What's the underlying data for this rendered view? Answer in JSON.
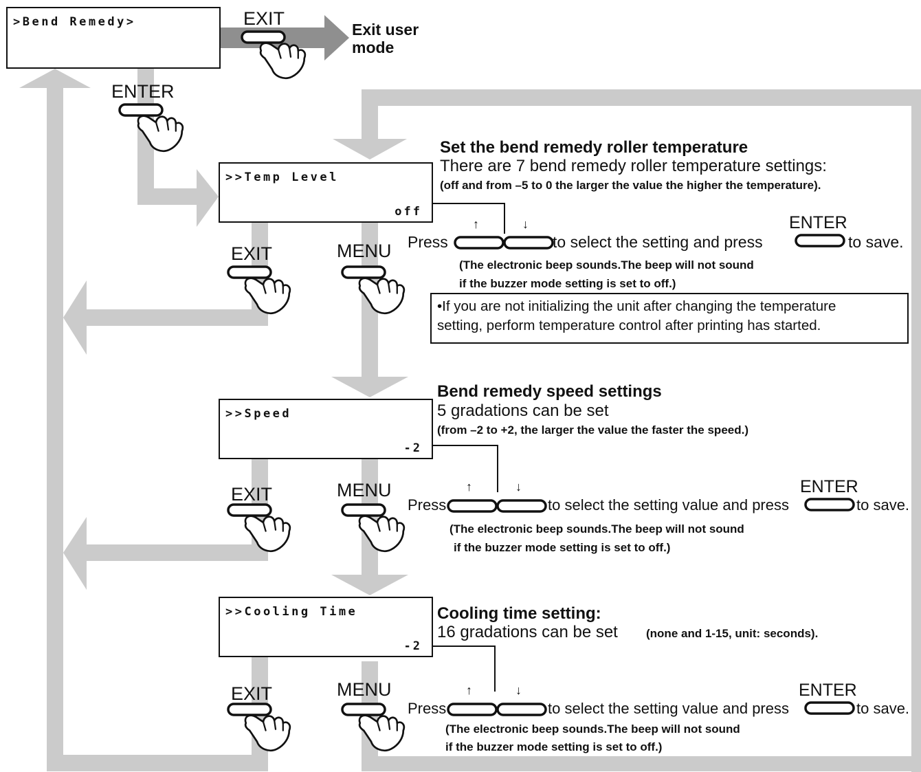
{
  "screens": {
    "bend_remedy": ">Bend Remedy>",
    "temp_level": {
      "title": ">>Temp Level",
      "value": "off"
    },
    "speed": {
      "title": ">>Speed",
      "value": "-2"
    },
    "cooling_time": {
      "title": ">>Cooling Time",
      "value": "-2"
    }
  },
  "keys": {
    "exit": "EXIT",
    "enter": "ENTER",
    "menu": "MENU",
    "up": "↑",
    "down": "↓"
  },
  "exit_user_mode": {
    "line1": "Exit user",
    "line2": "mode"
  },
  "temp_section": {
    "heading": "Set the bend remedy roller temperature",
    "subheading": "There are 7 bend remedy roller temperature settings:",
    "detail": "(off and from –5 to 0 the larger the value the higher the temperature).",
    "press": "Press",
    "instruction": "to select the setting and press",
    "save": "to save.",
    "beep1": "(The electronic beep sounds.The beep will not sound",
    "beep2": "if the buzzer mode setting is set to off.)",
    "note_line1": "•If you are not initializing the unit after changing the temperature",
    "note_line2": "setting, perform temperature control after printing has started."
  },
  "speed_section": {
    "heading": "Bend remedy speed settings",
    "subheading": "5 gradations can be set",
    "detail": "(from –2 to +2, the larger the value the faster the speed.)",
    "press": "Press",
    "instruction": "to select the setting value and press",
    "save": "to save.",
    "beep1": "(The electronic beep sounds.The beep will not sound",
    "beep2": "if the buzzer mode setting is set to off.)"
  },
  "cooling_section": {
    "heading": "Cooling time setting:",
    "subheading": "16 gradations can be set",
    "detail": "(none and 1-15, unit: seconds).",
    "press": "Press",
    "instruction": "to select the setting value and press",
    "save": "to save.",
    "beep1": "(The electronic beep sounds.The beep will not sound",
    "beep2": "if the buzzer mode setting is set to off.)"
  },
  "colors": {
    "flow": "#cbcbcb",
    "dark_arrow": "#8f8f8f",
    "ink": "#111111"
  }
}
